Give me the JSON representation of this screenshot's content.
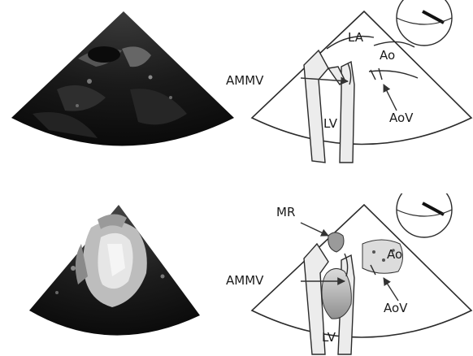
{
  "top_row": {
    "labels": {
      "la": "LA",
      "ao": "Ao",
      "ammv": "AMMV",
      "lv": "LV",
      "aov": "AoV"
    }
  },
  "bottom_row": {
    "labels": {
      "mr": "MR",
      "ao": "Ao",
      "ammv": "AMMV",
      "lv": "LV",
      "aov": "AoV"
    }
  },
  "colors": {
    "echo_dark": "#0d0d0d",
    "echo_speckle": "#6a6a6a",
    "doppler_bright": "#d9d9d9",
    "jet_gradient_start": "#9a9a9a",
    "jet_gradient_end": "#dcdcdc"
  }
}
